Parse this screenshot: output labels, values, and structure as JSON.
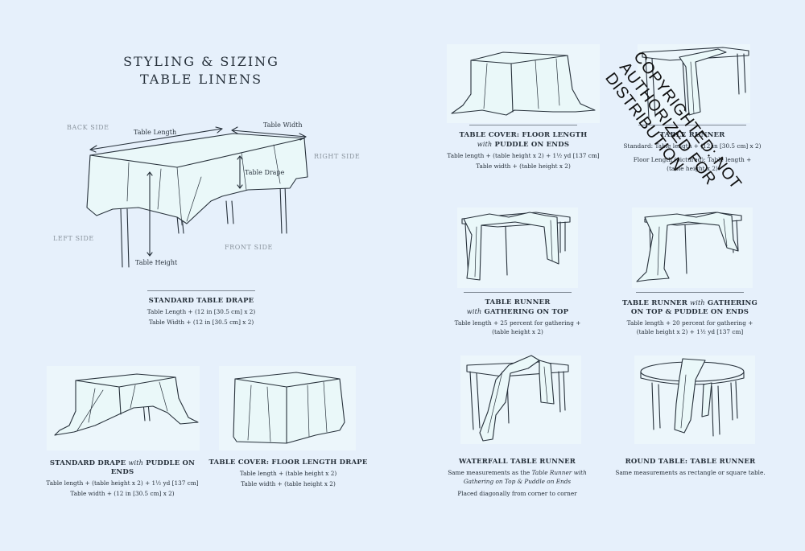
{
  "title": {
    "line1": "STYLING & SIZING",
    "line2": "TABLE LINENS"
  },
  "diagram": {
    "back_side": "BACK SIDE",
    "right_side": "RIGHT SIDE",
    "left_side": "LEFT SIDE",
    "front_side": "FRONT SIDE",
    "table_length": "Table Length",
    "table_width": "Table Width",
    "table_drape": "Table Drape",
    "table_height": "Table Height"
  },
  "standard_drape": {
    "heading": "STANDARD TABLE DRAPE",
    "lines": [
      "Table Length + (12 in [30.5 cm] x 2)",
      "Table Width + (12 in [30.5 cm] x 2)"
    ]
  },
  "puddle_drape": {
    "heading_a": "STANDARD DRAPE ",
    "heading_with": "with",
    "heading_b": " PUDDLE ON ENDS",
    "lines": [
      "Table length + (table height x 2) + 1½ yd [137 cm]",
      "Table width + (12 in [30.5 cm] x 2)"
    ]
  },
  "floor_cover": {
    "heading": "TABLE COVER:  FLOOR LENGTH DRAPE",
    "lines": [
      "Table length + (table height x 2)",
      "Table width + (table height x 2)"
    ]
  },
  "cover_puddle": {
    "heading1": "TABLE COVER: FLOOR LENGTH",
    "heading_with": "with",
    "heading2": " PUDDLE ON ENDS",
    "lines": [
      "Table length + (table height x 2) + 1½ yd [137 cm]",
      "Table width + (table height x 2)"
    ]
  },
  "runner": {
    "heading": "TABLE RUNNER",
    "lines": [
      "Standard: Table length + (12 in [30.5 cm] x 2)",
      "Floor Length (pictured): Table length +",
      "(table height x 2)"
    ]
  },
  "runner_gather": {
    "heading1": "TABLE RUNNER",
    "heading_with": "with",
    "heading2": " GATHERING ON TOP",
    "lines": [
      "Table length + 25 percent for gathering +",
      "(table height x 2)"
    ]
  },
  "runner_gather_puddle": {
    "heading1a": "TABLE RUNNER ",
    "heading_with": "with",
    "heading1b": " GATHERING",
    "heading2": "ON TOP & PUDDLE ON ENDS",
    "lines": [
      "Table length + 20 percent for gathering +",
      "(table height x 2) + 1½ yd [137 cm]"
    ]
  },
  "waterfall": {
    "heading": "WATERFALL TABLE RUNNER",
    "line1_a": "Same measurements as the ",
    "line1_em": "Table Runner with",
    "line2_em": "Gathering on Top & Puddle on Ends",
    "line3": "Placed diagonally from corner to corner"
  },
  "round": {
    "heading": "ROUND TABLE: TABLE RUNNER",
    "lines": [
      "Same measurements as rectangle or square table."
    ]
  },
  "watermark": "COPYRIGHTED: NOT AUTHORIZED FOR DISTRIBUTION"
}
